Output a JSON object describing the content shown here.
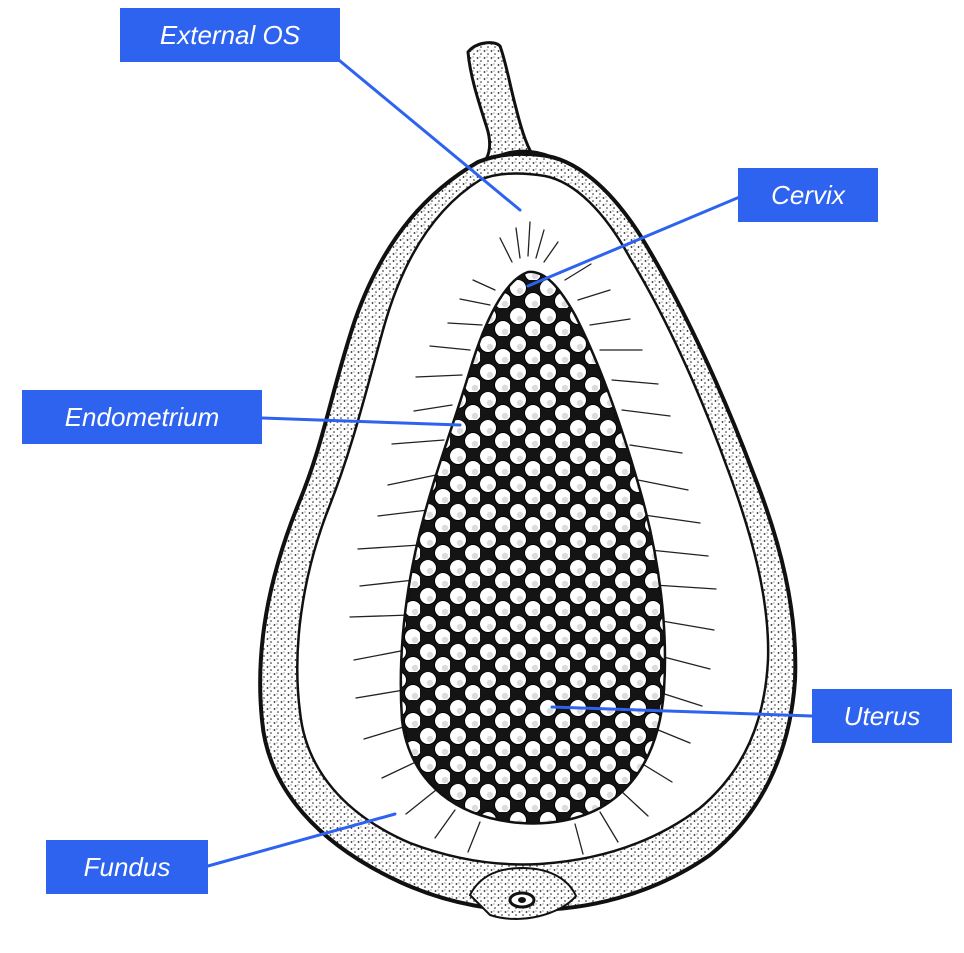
{
  "labels": {
    "external_os": "External OS",
    "cervix": "Cervix",
    "endometrium": "Endometrium",
    "uterus": "Uterus",
    "fundus": "Fundus"
  },
  "colors": {
    "label_background": "#2e63f0",
    "label_text": "#ffffff",
    "leader_line": "#2e63f0",
    "ink": "#111111"
  }
}
